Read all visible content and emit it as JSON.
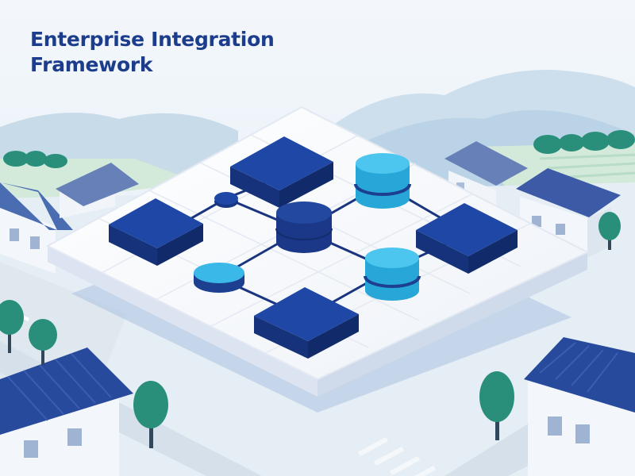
{
  "title": {
    "line1": "Enterprise Integration",
    "line2": "Framework"
  },
  "diagram": {
    "nodes": [
      {
        "id": "block-top-left",
        "shape": "block"
      },
      {
        "id": "block-top-center",
        "shape": "block"
      },
      {
        "id": "block-bottom-center",
        "shape": "block"
      },
      {
        "id": "block-right",
        "shape": "block"
      },
      {
        "id": "cylinder-top-right",
        "shape": "database"
      },
      {
        "id": "cylinder-center",
        "shape": "database"
      },
      {
        "id": "cylinder-right",
        "shape": "database"
      },
      {
        "id": "disc-small-top",
        "shape": "disc"
      },
      {
        "id": "disc-left",
        "shape": "disc"
      }
    ],
    "edges": [
      [
        "block-top-left",
        "disc-small-top"
      ],
      [
        "disc-small-top",
        "block-top-center"
      ],
      [
        "disc-small-top",
        "cylinder-center"
      ],
      [
        "cylinder-center",
        "cylinder-top-right"
      ],
      [
        "cylinder-top-right",
        "block-right"
      ],
      [
        "cylinder-center",
        "disc-left"
      ],
      [
        "disc-left",
        "block-bottom-center"
      ],
      [
        "cylinder-center",
        "cylinder-right"
      ],
      [
        "block-bottom-center",
        "cylinder-right"
      ],
      [
        "cylinder-right",
        "block-right"
      ]
    ]
  },
  "colors": {
    "title": "#1c3c8c",
    "block_dark": "#1b3f96",
    "cylinder_light": "#33b8e6",
    "cylinder_dark": "#1d3f8f",
    "platform": "#f7f9fc",
    "sky": "#eef3f8",
    "hills": "#c9dcea",
    "fields": "#cfe6d6",
    "trees": "#2a8f7a",
    "roofs": "#3a5ca8"
  }
}
